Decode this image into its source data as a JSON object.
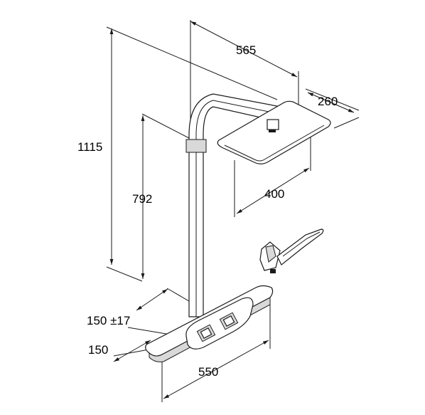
{
  "dimensions": {
    "head_depth": "565",
    "head_width": "260",
    "overall_height": "1115",
    "mixer_height": "792",
    "head_length": "400",
    "wall_distance": "150 ±17",
    "shelf_depth": "150",
    "shelf_width": "550"
  }
}
